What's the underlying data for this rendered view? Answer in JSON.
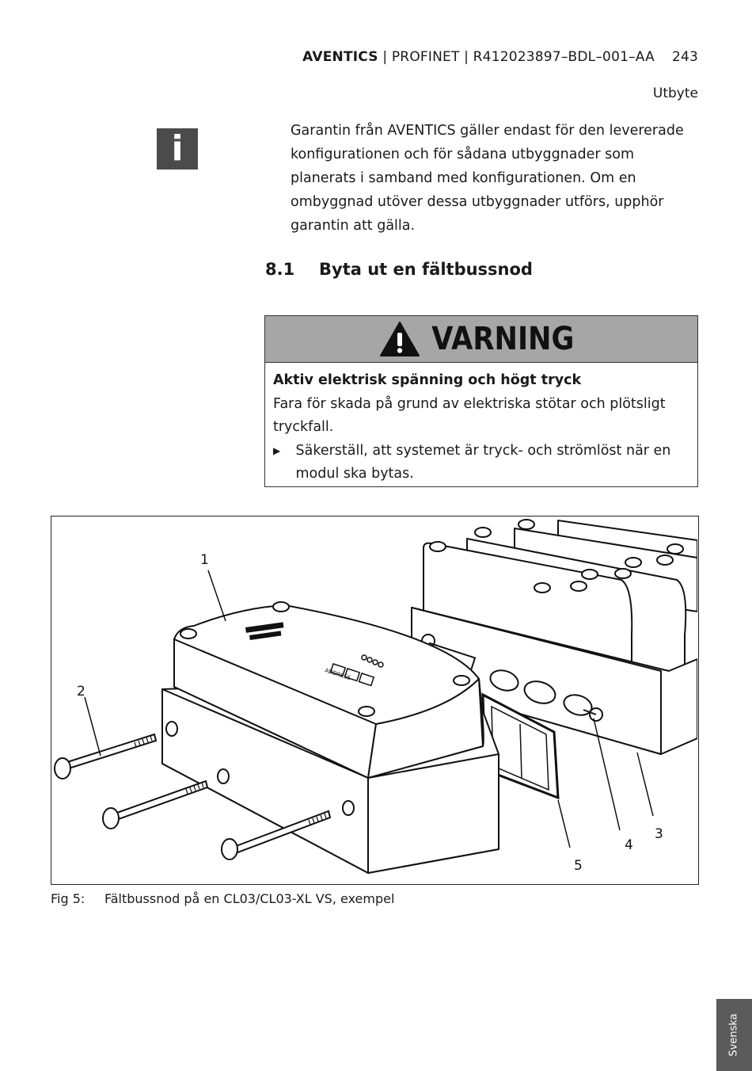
{
  "header": {
    "brand": "AVENTICS",
    "rest": " | PROFINET | R412023897–BDL–001–AA",
    "page_number": "243"
  },
  "section_label": "Utbyte",
  "info": {
    "icon": "info-icon",
    "glyph": "i",
    "text": "Garantin från AVENTICS gäller endast för den levererade konfigurationen och för sådana utbyggnader som planerats i samband med konfigurationen. Om en ombyggnad utöver dessa utbyggnader utförs, upphör garantin att gälla."
  },
  "section": {
    "number": "8.1",
    "title": "Byta ut en fältbussnod"
  },
  "warning": {
    "label": "VARNING",
    "title": "Aktiv elektrisk spänning och högt tryck",
    "description": "Fara för skada på grund av elektriska stötar och plötsligt tryckfall.",
    "step": "Säkerställ, att systemet är tryck- och strömlöst när en modul ska bytas.",
    "bullet": "▶",
    "header_color": "#a6a6a6"
  },
  "figure": {
    "callouts": [
      "1",
      "2",
      "3",
      "4",
      "5"
    ],
    "device_label": "ADDRESS",
    "caption_label": "Fig 5:",
    "caption_text": "Fältbussnod på en CL03/CL03-XL VS, exempel"
  },
  "language_tab": "Svenska"
}
